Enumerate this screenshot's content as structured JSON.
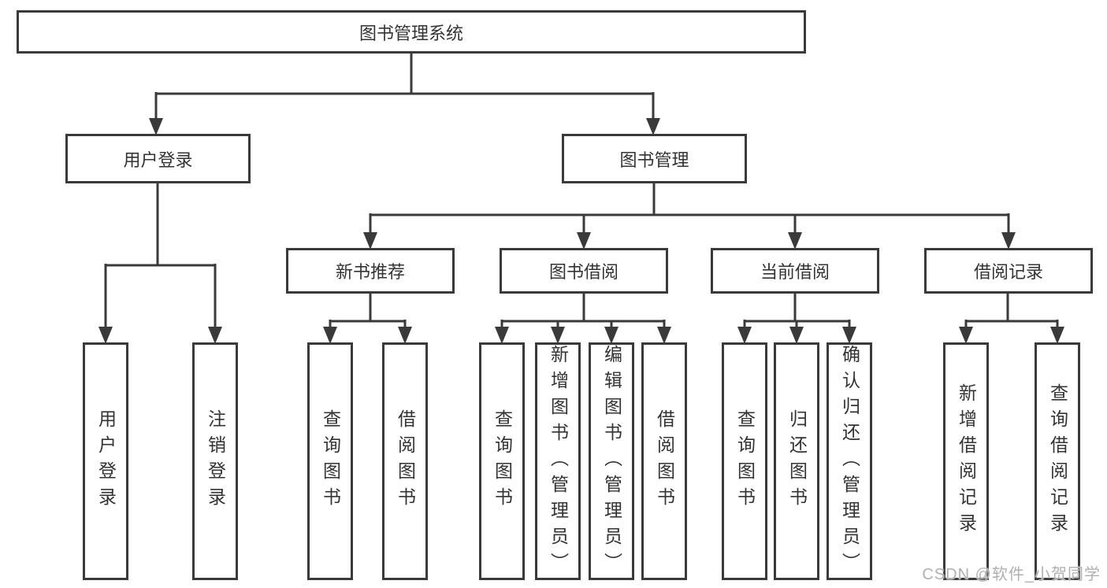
{
  "tree": {
    "root": {
      "label": "图书管理系统"
    },
    "branches": [
      {
        "label": "用户登录",
        "children": [
          {
            "label": "用户登录"
          },
          {
            "label": "注销登录"
          }
        ]
      },
      {
        "label": "图书管理",
        "children": [
          {
            "label": "新书推荐",
            "children": [
              {
                "label": "查询图书"
              },
              {
                "label": "借阅图书"
              }
            ]
          },
          {
            "label": "图书借阅",
            "children": [
              {
                "label": "查询图书"
              },
              {
                "label": "新增图书（管理员）"
              },
              {
                "label": "编辑图书（管理员）"
              },
              {
                "label": "借阅图书"
              }
            ]
          },
          {
            "label": "当前借阅",
            "children": [
              {
                "label": "查询图书"
              },
              {
                "label": "归还图书"
              },
              {
                "label": "确认归还（管理员）"
              }
            ]
          },
          {
            "label": "借阅记录",
            "children": [
              {
                "label": "新增借阅记录"
              },
              {
                "label": "查询借阅记录"
              }
            ]
          }
        ]
      }
    ]
  },
  "watermark": "CSDN @软件_小贺同学",
  "colors": {
    "line": "#3a3a3a",
    "border": "#3a3a3a",
    "text": "#333333",
    "background": "#ffffff",
    "watermark": "#b0b0b0"
  }
}
